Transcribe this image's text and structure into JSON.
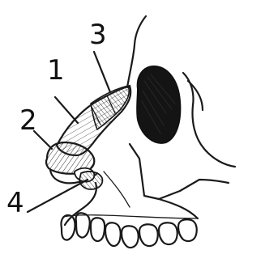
{
  "labels": [
    {
      "id": "label-1",
      "text": "1"
    },
    {
      "id": "label-2",
      "text": "2"
    },
    {
      "id": "label-3",
      "text": "3"
    },
    {
      "id": "label-4",
      "text": "4"
    }
  ]
}
